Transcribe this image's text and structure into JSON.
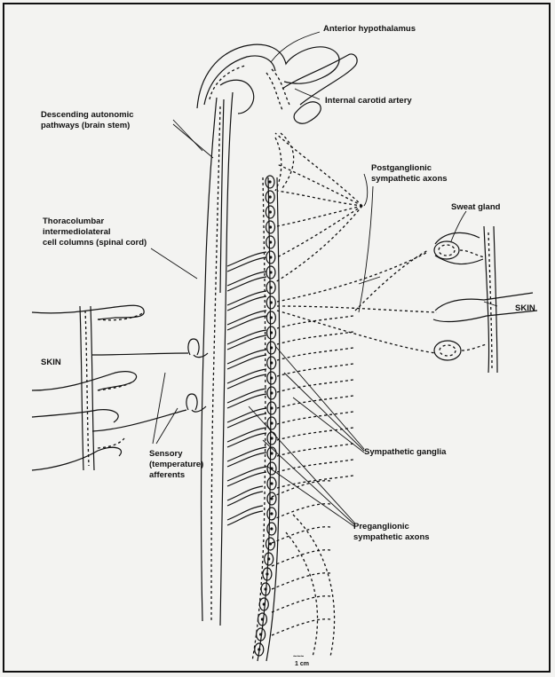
{
  "labels": {
    "anterior_hypothalamus": "Anterior hypothalamus",
    "internal_carotid": "Internal carotid artery",
    "descending_1": "Descending autonomic",
    "descending_2": "pathways (brain stem)",
    "postganglionic_1": "Postganglionic",
    "postganglionic_2": "sympathetic axons",
    "sweat_gland": "Sweat gland",
    "thoraco_1": "Thoracolumbar",
    "thoraco_2": "intermediolateral",
    "thoraco_3": "cell columns (spinal cord)",
    "skin_left": "SKIN",
    "skin_right": "SKIN",
    "sympathetic_ganglia": "Sympathetic ganglia",
    "sensory_1": "Sensory",
    "sensory_2": "(temperature)",
    "sensory_3": "afferents",
    "preganglionic_1": "Preganglionic",
    "preganglionic_2": "sympathetic axons",
    "scale_1": "~~~",
    "scale_2": "1 cm"
  },
  "colors": {
    "ink": "#111111",
    "paper": "#f3f3f1"
  }
}
